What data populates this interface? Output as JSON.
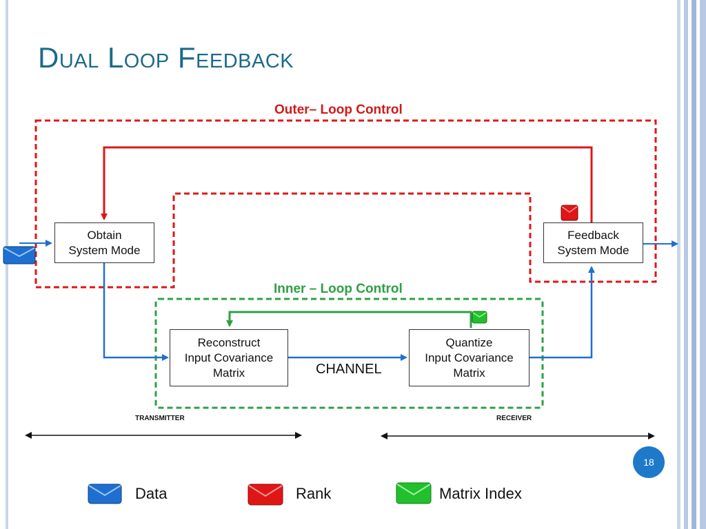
{
  "slide": {
    "title": "Dual Loop Feedback",
    "page_number": "18"
  },
  "diagram": {
    "outer_loop_label": "Outer– Loop Control",
    "inner_loop_label": "Inner – Loop Control",
    "boxes": {
      "obtain": "Obtain\nSystem Mode",
      "feedback": "Feedback\nSystem Mode",
      "reconstruct": "Reconstruct\nInput Covariance\nMatrix",
      "quantize": "Quantize\nInput Covariance\nMatrix"
    },
    "channel_label": "CHANNEL",
    "transmitter_label": "TRANSMITTER",
    "receiver_label": "RECEIVER"
  },
  "legend": {
    "items": [
      {
        "label": "Data",
        "color": "#1e6fd0",
        "icon": "blue-envelope-icon"
      },
      {
        "label": "Rank",
        "color": "#e01616",
        "icon": "red-envelope-icon"
      },
      {
        "label": "Matrix Index",
        "color": "#22c02c",
        "icon": "green-envelope-icon"
      }
    ]
  },
  "colors": {
    "title": "#1c6a8a",
    "outer_loop": "#e01616",
    "inner_loop": "#2ea043",
    "data_path": "#1e6fd0"
  }
}
